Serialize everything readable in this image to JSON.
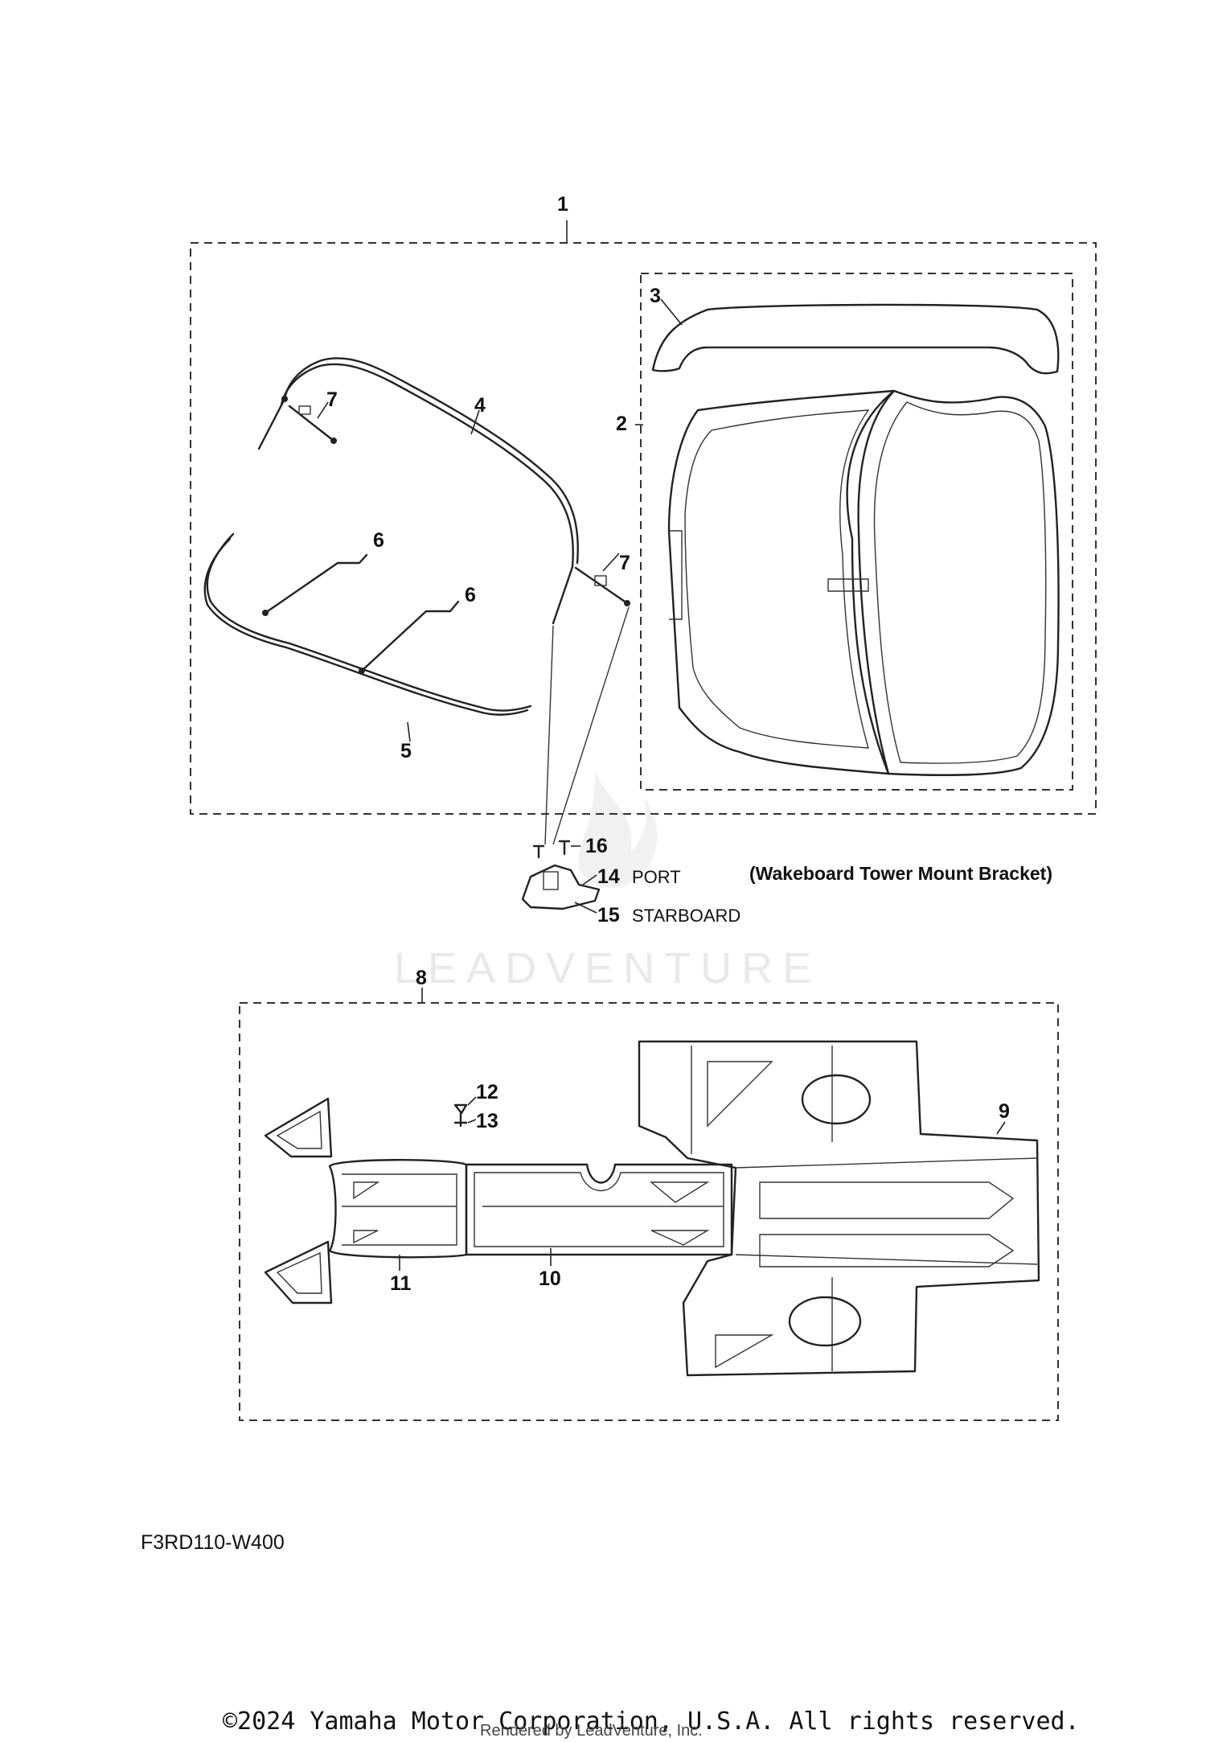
{
  "callouts": {
    "c1": "1",
    "c2": "2",
    "c3": "3",
    "c4": "4",
    "c5": "5",
    "c6a": "6",
    "c6b": "6",
    "c7a": "7",
    "c7b": "7",
    "c8": "8",
    "c9": "9",
    "c10": "10",
    "c11": "11",
    "c12": "12",
    "c13": "13",
    "c14": "14",
    "c15": "15",
    "c16": "16"
  },
  "labels": {
    "port": "PORT",
    "starboard": "STARBOARD",
    "mount_bracket": "(Wakeboard Tower Mount Bracket)"
  },
  "diagram_code": "F3RD110-W400",
  "watermark": "LEADVENTURE",
  "footer": {
    "copyright": "©2024 Yamaha Motor Corporation, U.S.A. All rights reserved.",
    "rendered_by": "Rendered by LeadVenture, Inc."
  }
}
